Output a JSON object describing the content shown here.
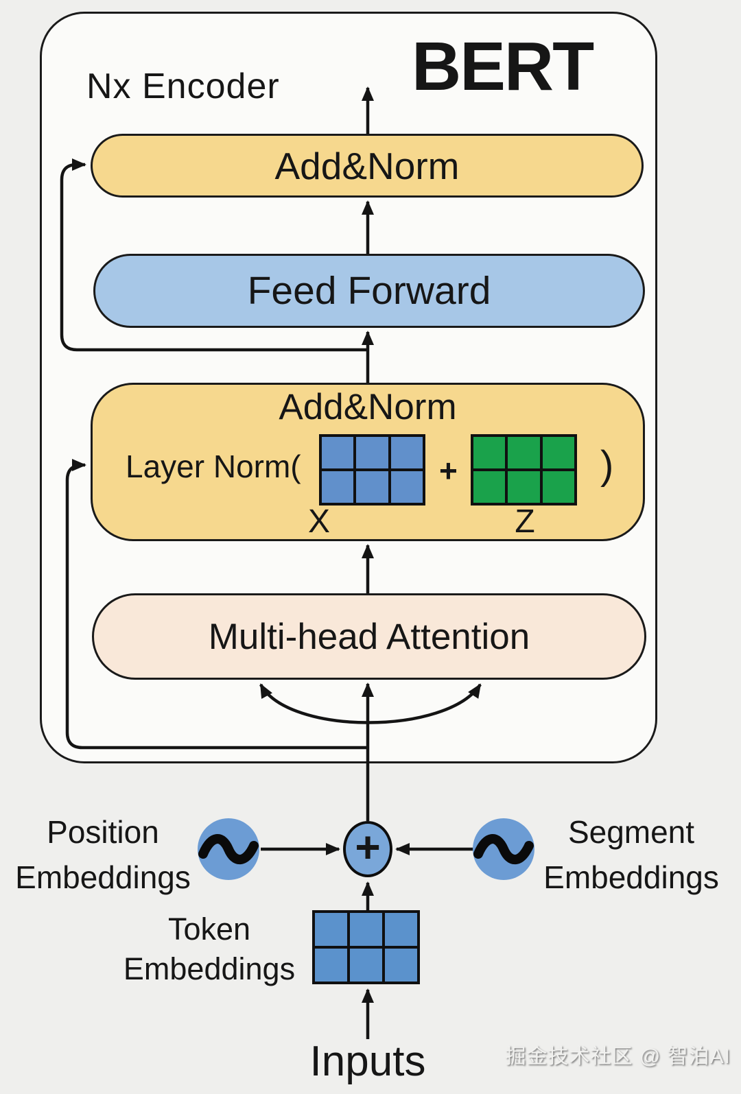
{
  "title": "BERT",
  "encoder_label": "Nx Encoder",
  "blocks": {
    "add_norm_top": "Add&Norm",
    "feed_forward": "Feed Forward",
    "add_norm_main": "Add&Norm",
    "layer_norm_prefix": "Layer Norm(",
    "plus_operator": "+",
    "paren_close": ")",
    "x_label": "X",
    "z_label": "Z",
    "multi_head": "Multi-head Attention"
  },
  "embeddings": {
    "position_line1": "Position",
    "position_line2": "Embeddings",
    "segment_line1": "Segment",
    "segment_line2": "Embeddings",
    "token_line1": "Token",
    "token_line2": "Embeddings",
    "sum_symbol": "+"
  },
  "inputs_label": "Inputs",
  "watermark": "掘金技术社区 @ 智泊AI",
  "grids": {
    "x_matrix": {
      "rows": 2,
      "cols": 3,
      "color": "#6190cb"
    },
    "z_matrix": {
      "rows": 2,
      "cols": 3,
      "color": "#1aa24b"
    },
    "token_matrix": {
      "rows": 2,
      "cols": 3,
      "color": "#5b92cc"
    }
  },
  "colors": {
    "canvas-bg": "#efefed",
    "panel-bg": "#fbfbf9",
    "add-norm-fill": "#f6d88e",
    "feed-forward-fill": "#a7c7e7",
    "attention-fill": "#f9e8d9",
    "circle-fill": "#6c9cd4",
    "plus-fill": "#7aa7d9",
    "line-color": "#141414"
  }
}
